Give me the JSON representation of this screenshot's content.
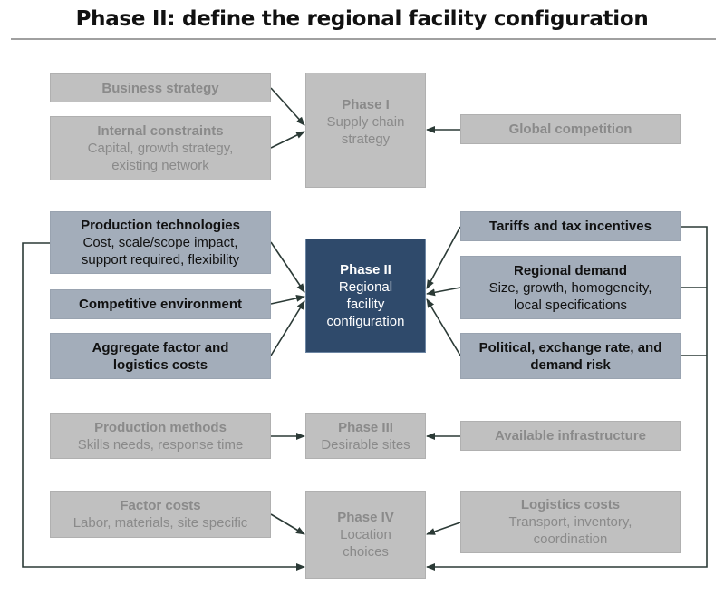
{
  "title": "Phase II: define the regional facility configuration",
  "colors": {
    "inactive_box": "#c0c0c0",
    "inactive_text": "#8a8a8a",
    "active_input_box": "#a3adba",
    "focus_box": "#2f4a6b",
    "arrow": "#2b3a36"
  },
  "phase1": {
    "inputs_left": [
      {
        "heading": "Business strategy",
        "detail": ""
      },
      {
        "heading": "Internal constraints",
        "detail": "Capital, growth strategy, existing network"
      }
    ],
    "center": {
      "heading": "Phase I",
      "detail": "Supply chain strategy"
    },
    "inputs_right": [
      {
        "heading": "Global competition",
        "detail": ""
      }
    ]
  },
  "phase2": {
    "inputs_left": [
      {
        "heading": "Production technologies",
        "detail": "Cost, scale/scope impact, support required, flexibility"
      },
      {
        "heading": "Competitive environment",
        "detail": ""
      },
      {
        "heading": "Aggregate factor and logistics costs",
        "detail": ""
      }
    ],
    "center": {
      "heading": "Phase II",
      "detail": "Regional facility configuration"
    },
    "inputs_right": [
      {
        "heading": "Tariffs and tax incentives",
        "detail": ""
      },
      {
        "heading": "Regional demand",
        "detail": "Size, growth, homogeneity, local specifications"
      },
      {
        "heading": "Political, exchange rate, and demand risk",
        "detail": ""
      }
    ]
  },
  "phase3": {
    "inputs_left": [
      {
        "heading": "Production methods",
        "detail": "Skills needs, response time"
      }
    ],
    "center": {
      "heading": "Phase III",
      "detail": "Desirable sites"
    },
    "inputs_right": [
      {
        "heading": "Available infrastructure",
        "detail": ""
      }
    ]
  },
  "phase4": {
    "inputs_left": [
      {
        "heading": "Factor costs",
        "detail": "Labor, materials, site specific"
      }
    ],
    "center": {
      "heading": "Phase IV",
      "detail": "Location choices"
    },
    "inputs_right": [
      {
        "heading": "Logistics costs",
        "detail": "Transport, inventory, coordination"
      }
    ]
  }
}
